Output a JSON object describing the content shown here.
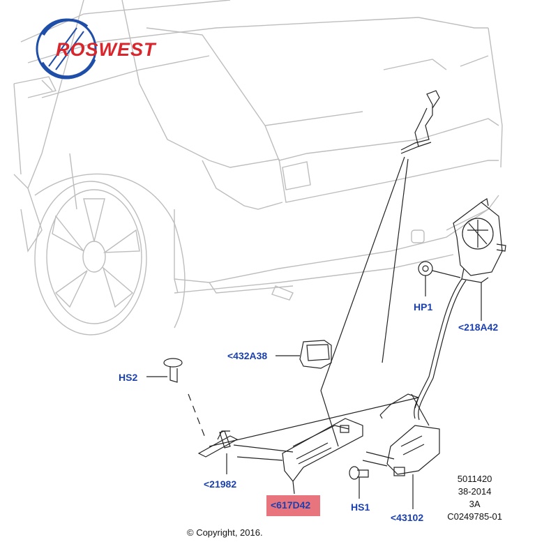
{
  "logo": {
    "text": "ROSWEST"
  },
  "callouts": {
    "hp1": "HP1",
    "p218a42": "<218A42",
    "p432a38": "<432A38",
    "hs2": "HS2",
    "p21982": "<21982",
    "p617d42": "<617D42",
    "hs1": "HS1",
    "p43102": "<43102"
  },
  "meta": {
    "line1": "5011420",
    "line2": "38-2014",
    "line3": "3A",
    "line4": "C0249785-01"
  },
  "copyright": "© Copyright, 2016.",
  "colors": {
    "callout": "#1a3fb0",
    "highlight": "#e8757d",
    "logo_red": "#d9262c",
    "logo_blue": "#1f4ea8"
  }
}
